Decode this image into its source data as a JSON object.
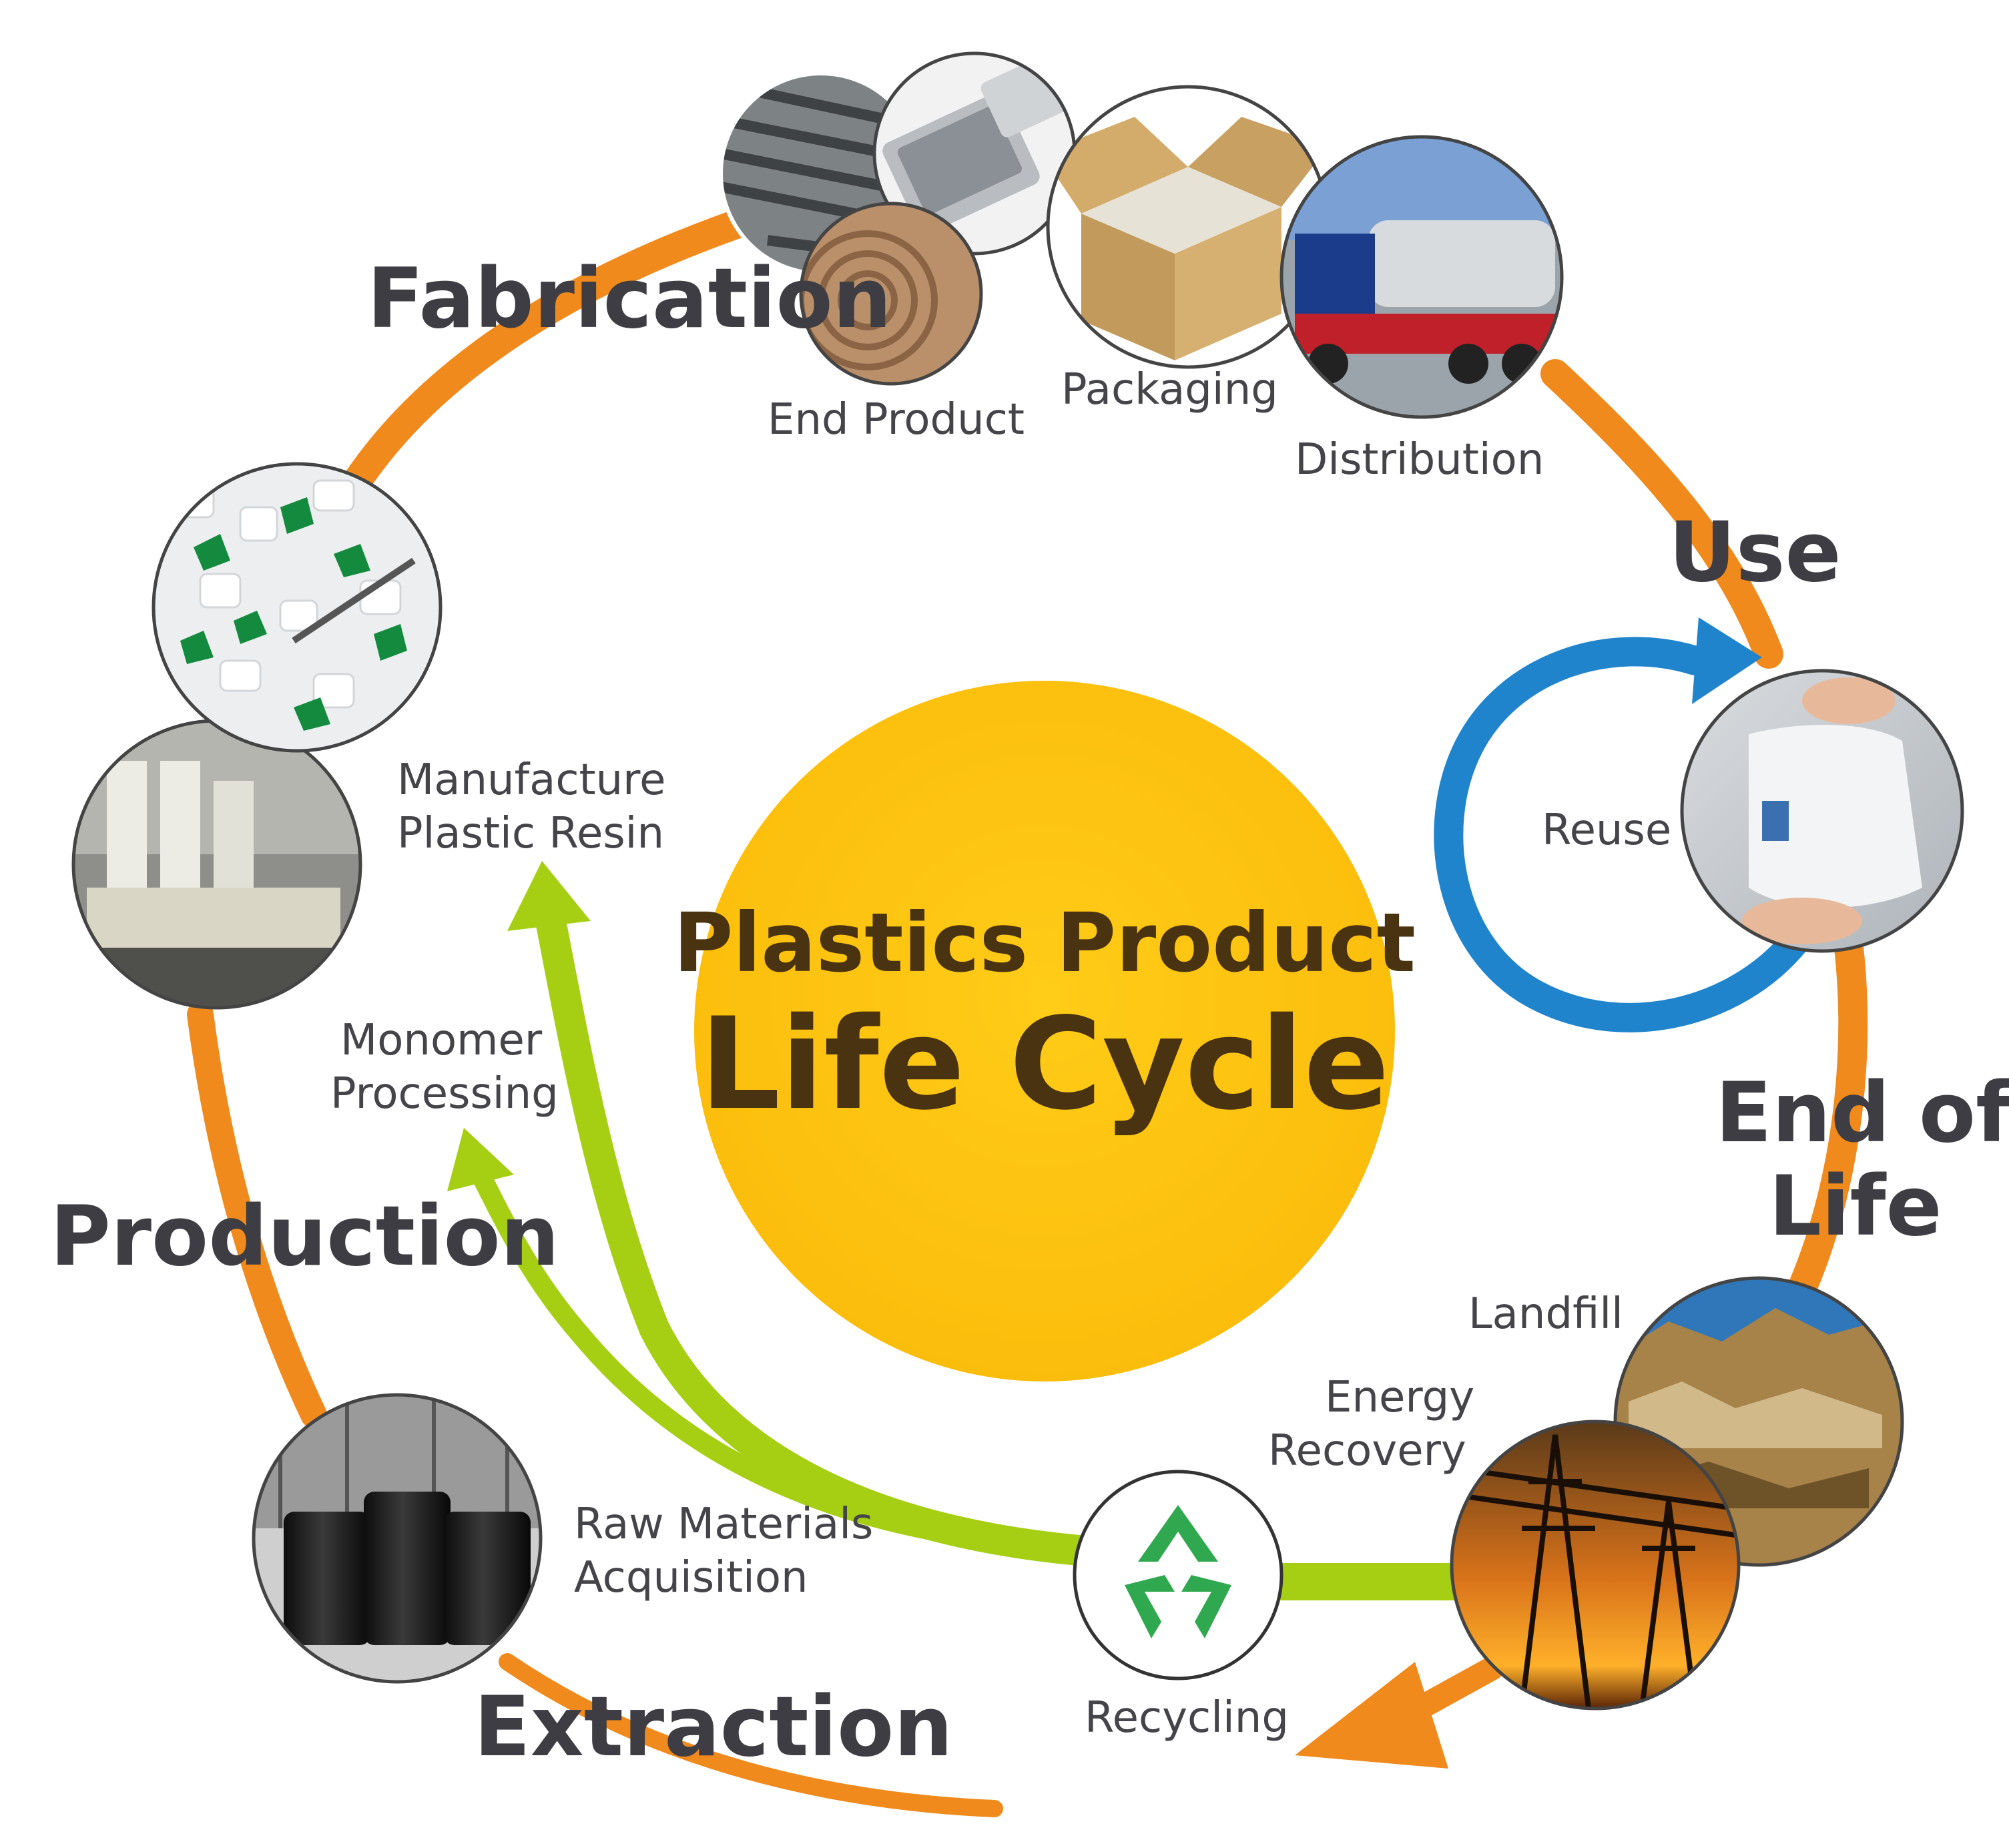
{
  "center": {
    "title_line1": "Plastics Product",
    "title_line2": "Life Cycle"
  },
  "stages": {
    "fabrication": "Fabrication",
    "use": "Use",
    "end_of_life_line1": "End of",
    "end_of_life_line2": "Life",
    "production": "Production",
    "extraction": "Extraction"
  },
  "steps": {
    "end_product": "End Product",
    "packaging": "Packaging",
    "distribution": "Distribution",
    "reuse": "Reuse",
    "landfill": "Landfill",
    "energy_recovery_line1": "Energy",
    "energy_recovery_line2": "Recovery",
    "recycling": "Recycling",
    "raw_materials_line1": "Raw Materials",
    "raw_materials_line2": "Acquisition",
    "monomer_line1": "Monomer",
    "monomer_line2": "Processing",
    "resin_line1": "Manufacture",
    "resin_line2": "Plastic Resin"
  },
  "colors": {
    "cycle_orange": "#f08a1c",
    "recycle_green": "#a6cf14",
    "reuse_blue": "#1f84cc",
    "center_yellow": "#fcc10e",
    "center_text": "#4a3310",
    "label_text": "#3d3d43"
  },
  "icons": {
    "end_product": "tire-phone-rope-photo",
    "packaging": "cardboard-box-photo",
    "distribution": "tanker-truck-photo",
    "reuse": "plastic-bag-hands-photo",
    "landfill": "waste-pile-photo",
    "energy_recovery": "power-pylon-sunset-photo",
    "recycling": "recycle-symbol-icon",
    "raw_materials": "oil-barrels-photo",
    "monomer_processing": "refinery-plant-photo",
    "resin": "plastic-pellets-photo"
  }
}
